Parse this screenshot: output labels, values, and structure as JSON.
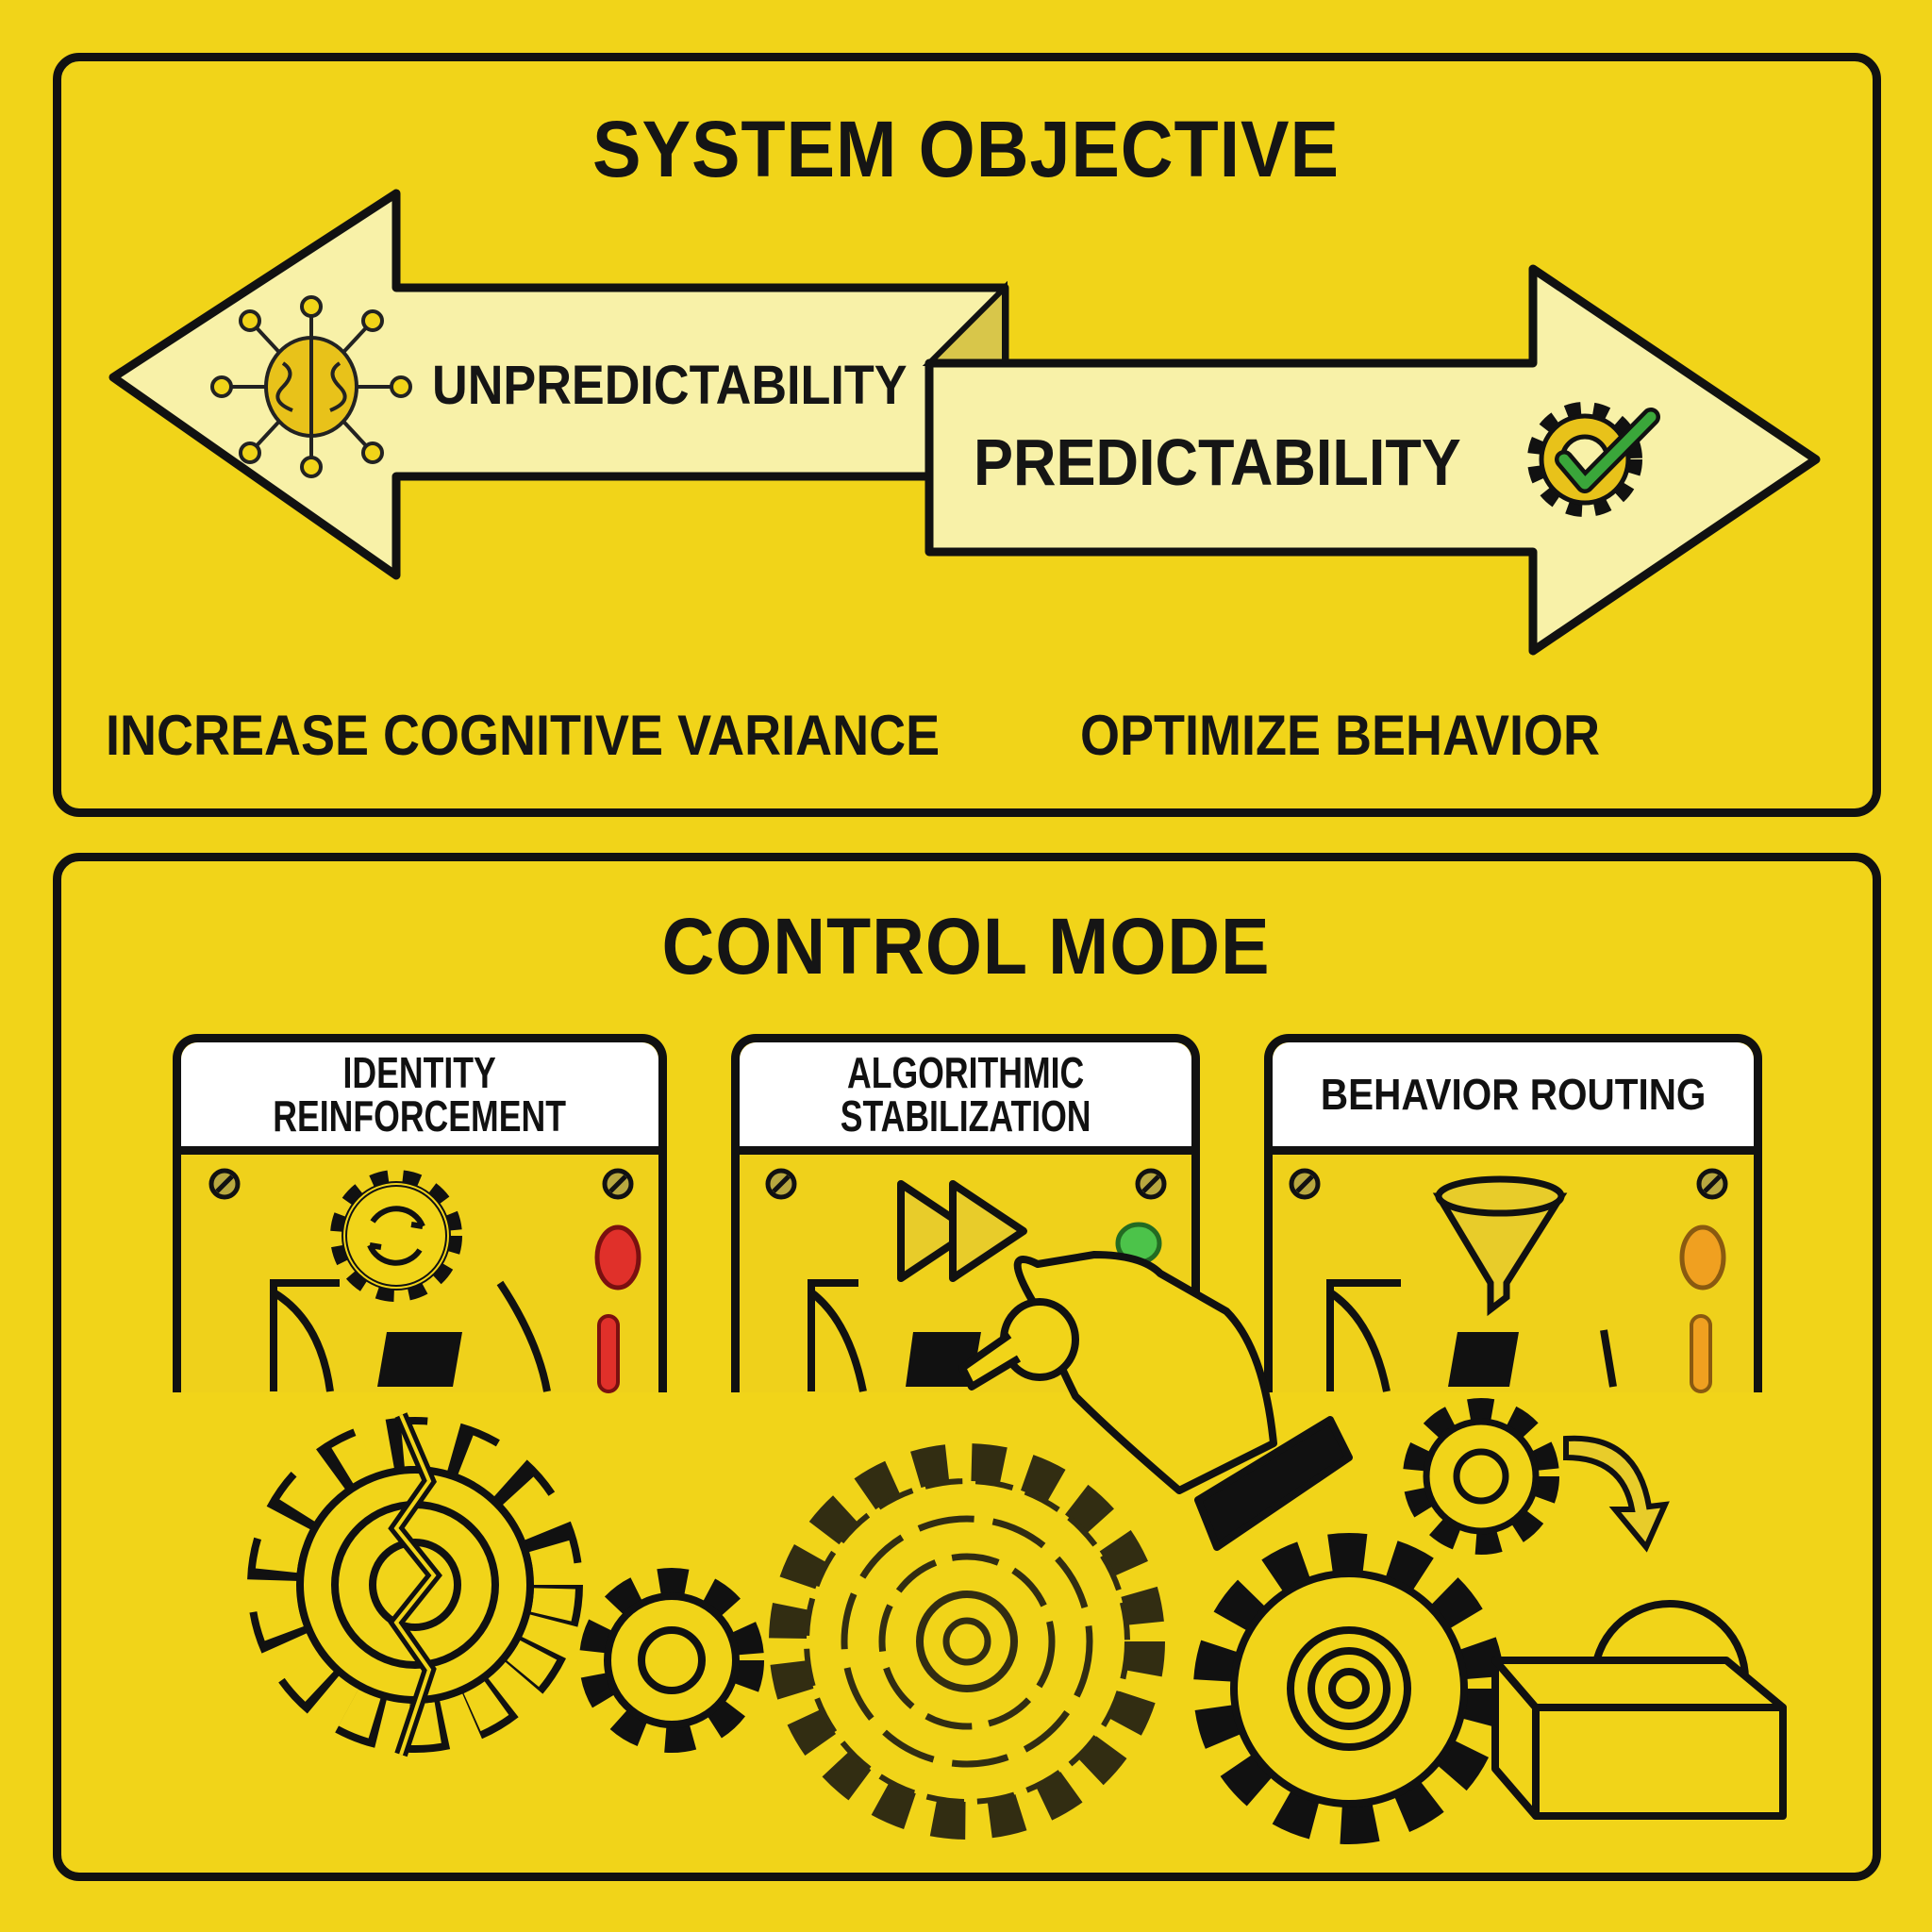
{
  "system_objective": {
    "title": "SYSTEM OBJECTIVE",
    "left_arrow_label": "UNPREDICTABILITY",
    "right_arrow_label": "PREDICTABILITY",
    "left_caption": "INCREASE COGNITIVE VARIANCE",
    "right_caption": "OPTIMIZE BEHAVIOR",
    "icons": [
      "brain-network-icon",
      "gear-check-icon"
    ]
  },
  "control_mode": {
    "title": "CONTROL MODE",
    "modules": [
      {
        "label_line1": "IDENTITY",
        "label_line2": "REINFORCEMENT",
        "icon": "gear-refresh-icon",
        "indicator_color": "#e0302a"
      },
      {
        "label_line1": "ALGORITHMIC",
        "label_line2": "STABILIZATION",
        "icon": "fast-forward-icon",
        "indicator_color": "#4cc34a"
      },
      {
        "label_line1": "BEHAVIOR ROUTING",
        "label_line2": "",
        "icon": "funnel-icon",
        "indicator_color": "#f0a020"
      }
    ]
  },
  "colors": {
    "background": "#f1d419",
    "arrow_fill": "#f8f1a8",
    "outline": "#111111",
    "check": "#3aa63a"
  }
}
